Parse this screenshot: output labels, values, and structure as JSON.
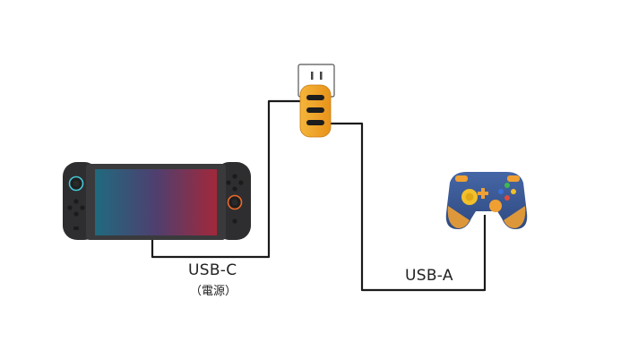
{
  "labels": {
    "usb_c": "USB-C",
    "power": "（電源）",
    "usb_a": "USB-A"
  },
  "devices": {
    "console": "handheld-console",
    "charger": "wall-charger",
    "controller": "gamepad-controller"
  },
  "colors": {
    "cable": "#1a1a1a",
    "charger_body": "#f2a424",
    "controller_body": "#3a5a96",
    "controller_accent": "#f0a033",
    "console_body": "#333333",
    "screen_left": "#1f6a7e",
    "screen_right": "#a2283a"
  }
}
